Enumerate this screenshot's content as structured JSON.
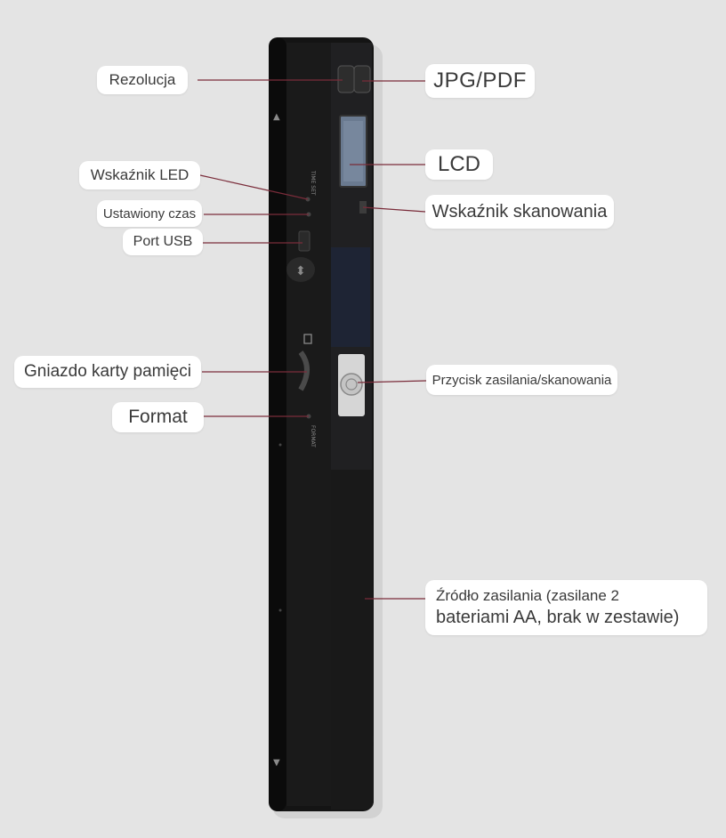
{
  "device": {
    "type": "handheld-scanner",
    "body_color": "#141414",
    "line_color": "#7a2c3a",
    "silk_time_set": "TIME SET",
    "silk_format": "FORMAT"
  },
  "callouts": {
    "rezolucja": "Rezolucja",
    "jpg_pdf": "JPG/PDF",
    "lcd": "LCD",
    "wskaznik_led": "Wskaźnik LED",
    "ustawiony_czas": "Ustawiony czas",
    "wskaznik_skanowania": "Wskaźnik skanowania",
    "port_usb": "Port USB",
    "gniazdo_karty": "Gniazdo karty pamięci",
    "przycisk": "Przycisk zasilania/skanowania",
    "format": "Format",
    "zrodlo_line1": "Źródło zasilania (zasilane 2",
    "zrodlo_line2": "bateriami AA, brak w zestawie)"
  }
}
